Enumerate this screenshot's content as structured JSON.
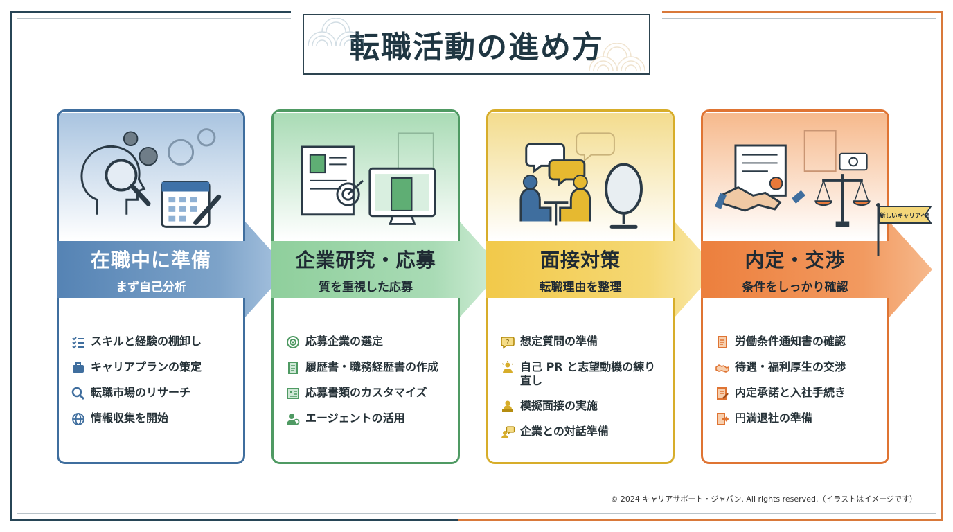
{
  "title": "転職活動の進め方",
  "flag_text": "新しいキャリアへ!",
  "copyright": "© 2024 キャリアサポート・ジャパン. All rights reserved.（イラストはイメージです）",
  "colors": {
    "blue": "#3f72a8",
    "green": "#5fae74",
    "yellow": "#e6b930",
    "orange": "#e8793a",
    "navy": "#274556"
  },
  "steps": [
    {
      "heading": "在職中に準備",
      "sub": "まず自己分析",
      "items": [
        "スキルと経験の棚卸し",
        "キャリアプランの策定",
        "転職市場のリサーチ",
        "情報収集を開始"
      ]
    },
    {
      "heading": "企業研究・応募",
      "sub": "質を重視した応募",
      "items": [
        "応募企業の選定",
        "履歴書・職務経歴書の作成",
        "応募書類のカスタマイズ",
        "エージェントの活用"
      ]
    },
    {
      "heading": "面接対策",
      "sub": "転職理由を整理",
      "items": [
        "想定質問の準備",
        "自己 PR と志望動機の練り直し",
        "模擬面接の実施",
        "企業との対話準備"
      ]
    },
    {
      "heading": "内定・交渉",
      "sub": "条件をしっかり確認",
      "items": [
        "労働条件通知書の確認",
        "待遇・福利厚生の交渉",
        "内定承諾と入社手続き",
        "円満退社の準備"
      ]
    }
  ]
}
